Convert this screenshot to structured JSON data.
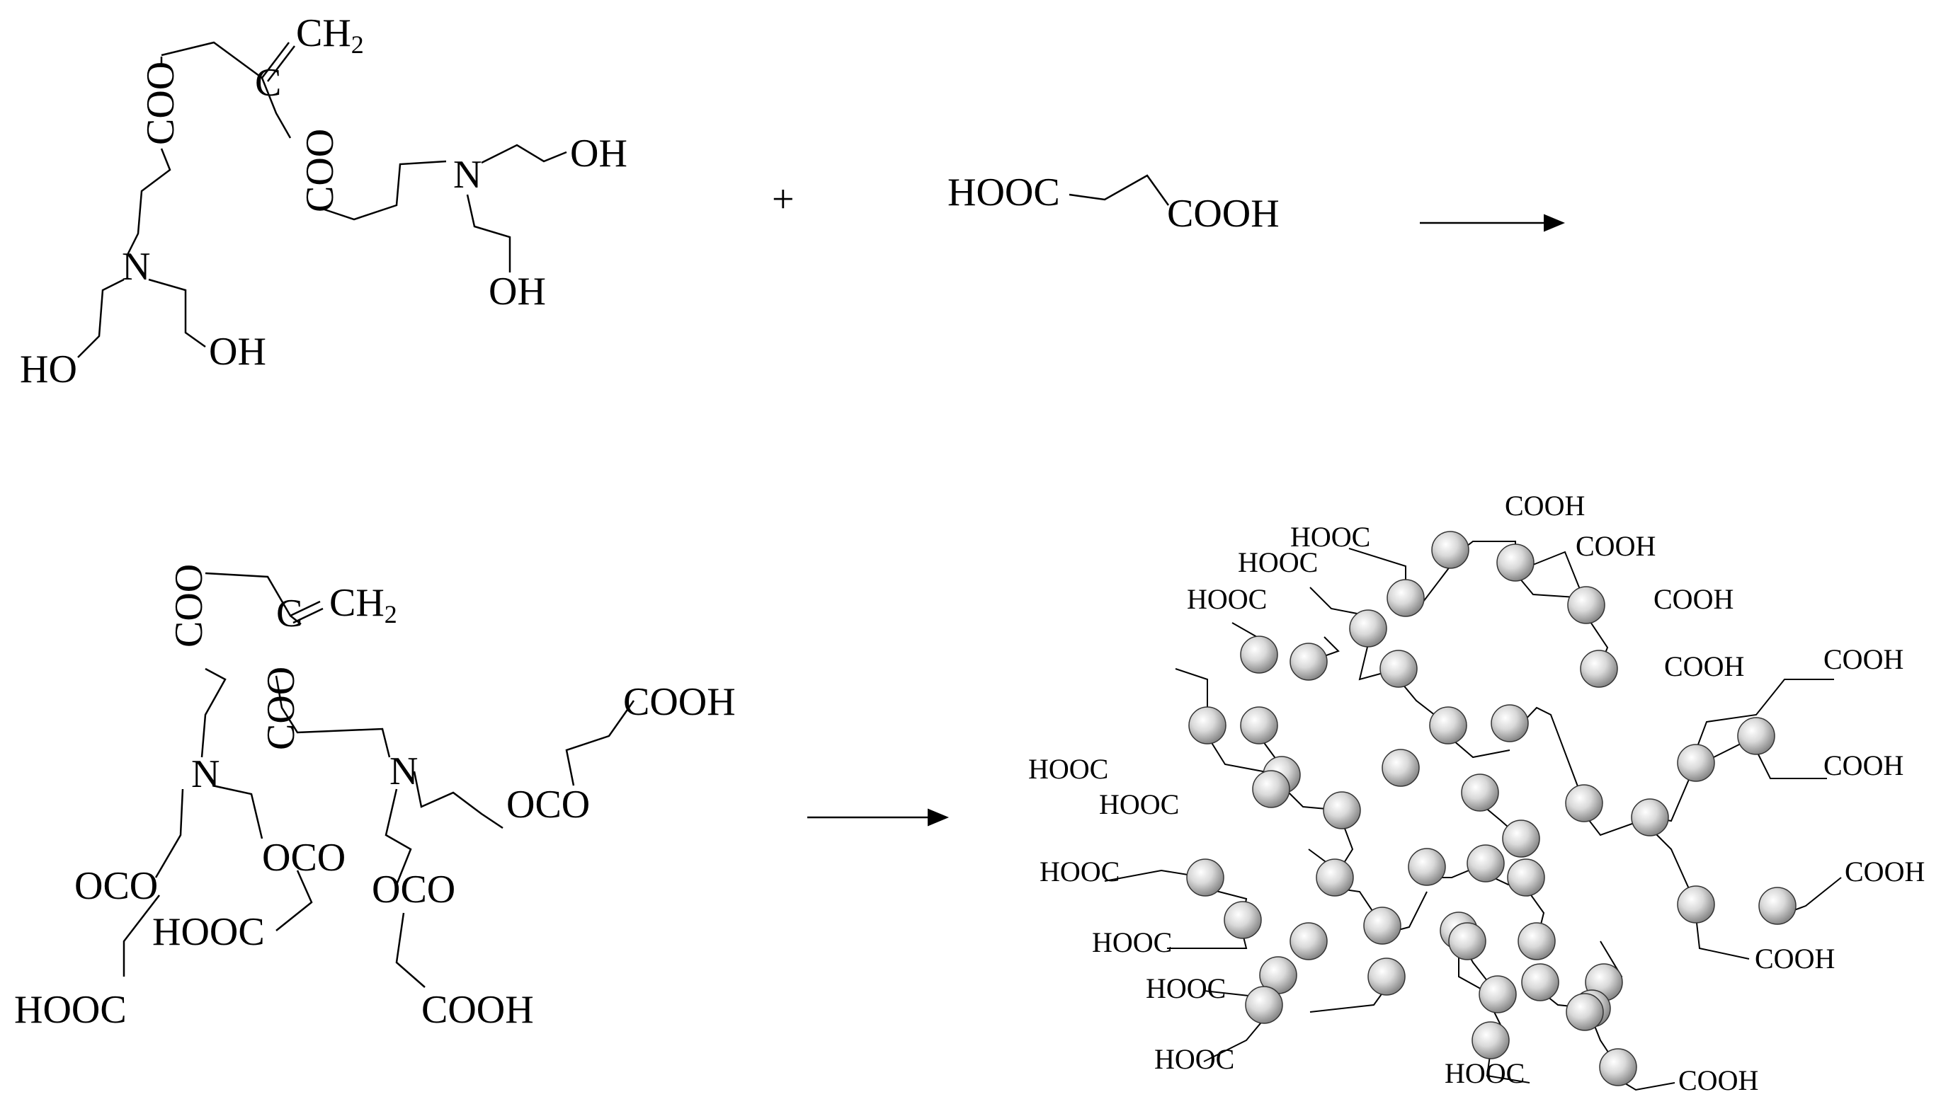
{
  "labels": {
    "ch2": "CH",
    "sub2": "2",
    "c": "C",
    "coo": "COO",
    "oco": "OCO",
    "n": "N",
    "oh": "OH",
    "ho": "HO",
    "hooc": "HOOC",
    "cooh": "COOH",
    "plus": "+"
  },
  "colors": {
    "ink": "#000000",
    "sphere_light": "#f4f4f4",
    "sphere_dark": "#8a8a8a"
  }
}
